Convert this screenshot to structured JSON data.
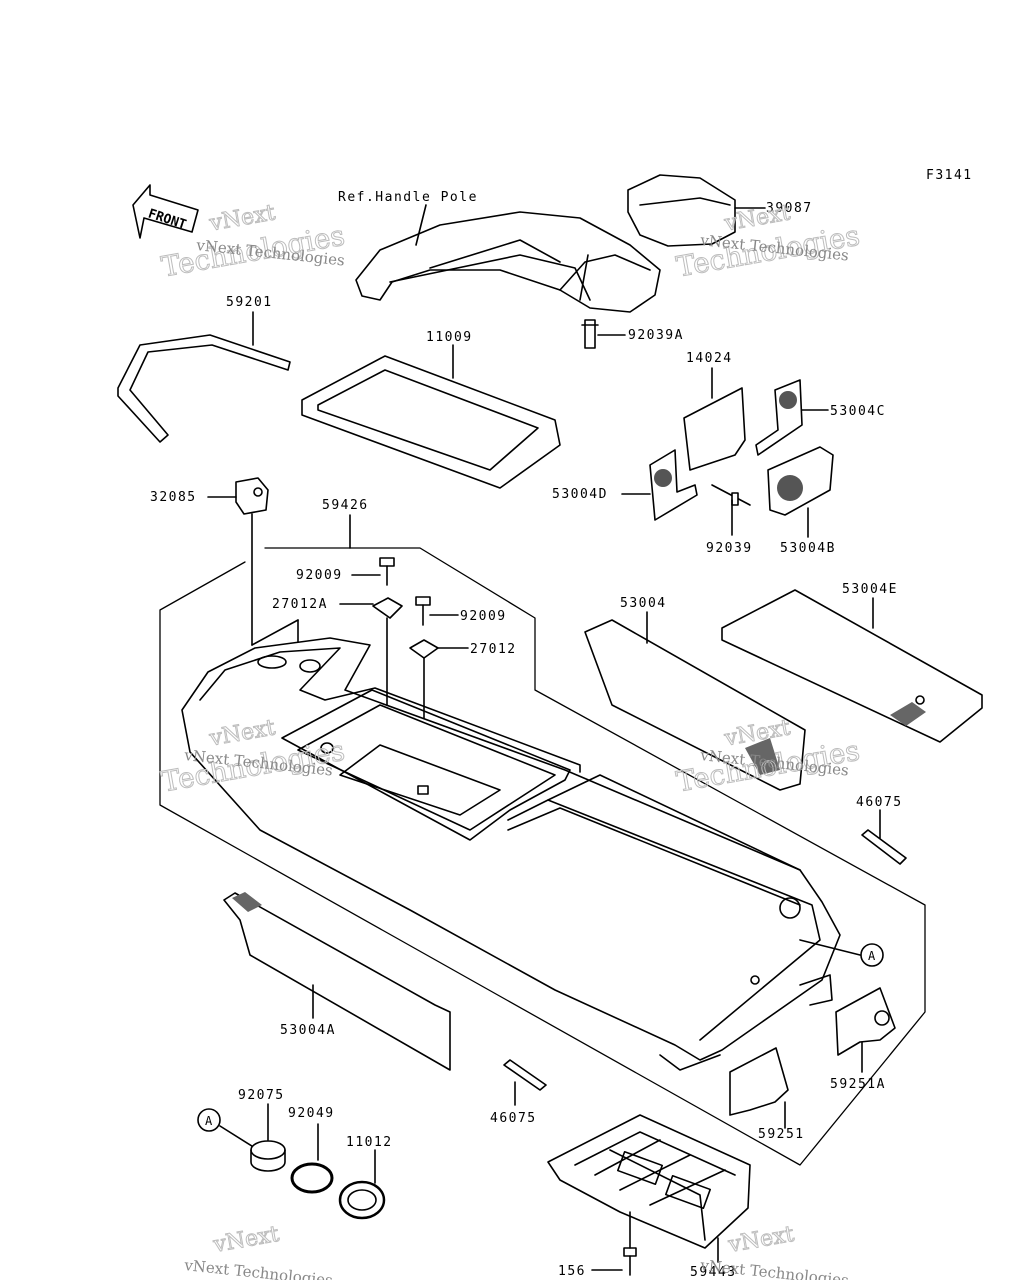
{
  "diagram_code": "F3141",
  "front_label": "FRONT",
  "ref_handle_pole": "Ref.Handle Pole",
  "circle_marker": "A",
  "watermark": {
    "brand_top": "vNext",
    "brand_bottom": "Technologies",
    "brand_line": "vNext Technologies"
  },
  "parts": {
    "p39087": "39087",
    "p92039A": "92039A",
    "p59201": "59201",
    "p11009": "11009",
    "p14024": "14024",
    "p53004C": "53004C",
    "p53004D": "53004D",
    "p92039": "92039",
    "p53004B": "53004B",
    "p32085": "32085",
    "p59426": "59426",
    "p92009a": "92009",
    "p27012A": "27012A",
    "p92009b": "92009",
    "p27012": "27012",
    "p53004": "53004",
    "p53004E": "53004E",
    "p46075a": "46075",
    "p53004A": "53004A",
    "p59251A": "59251A",
    "p92075": "92075",
    "p92049": "92049",
    "p11012": "11012",
    "p46075b": "46075",
    "p59251": "59251",
    "p156": "156",
    "p59443": "59443"
  }
}
